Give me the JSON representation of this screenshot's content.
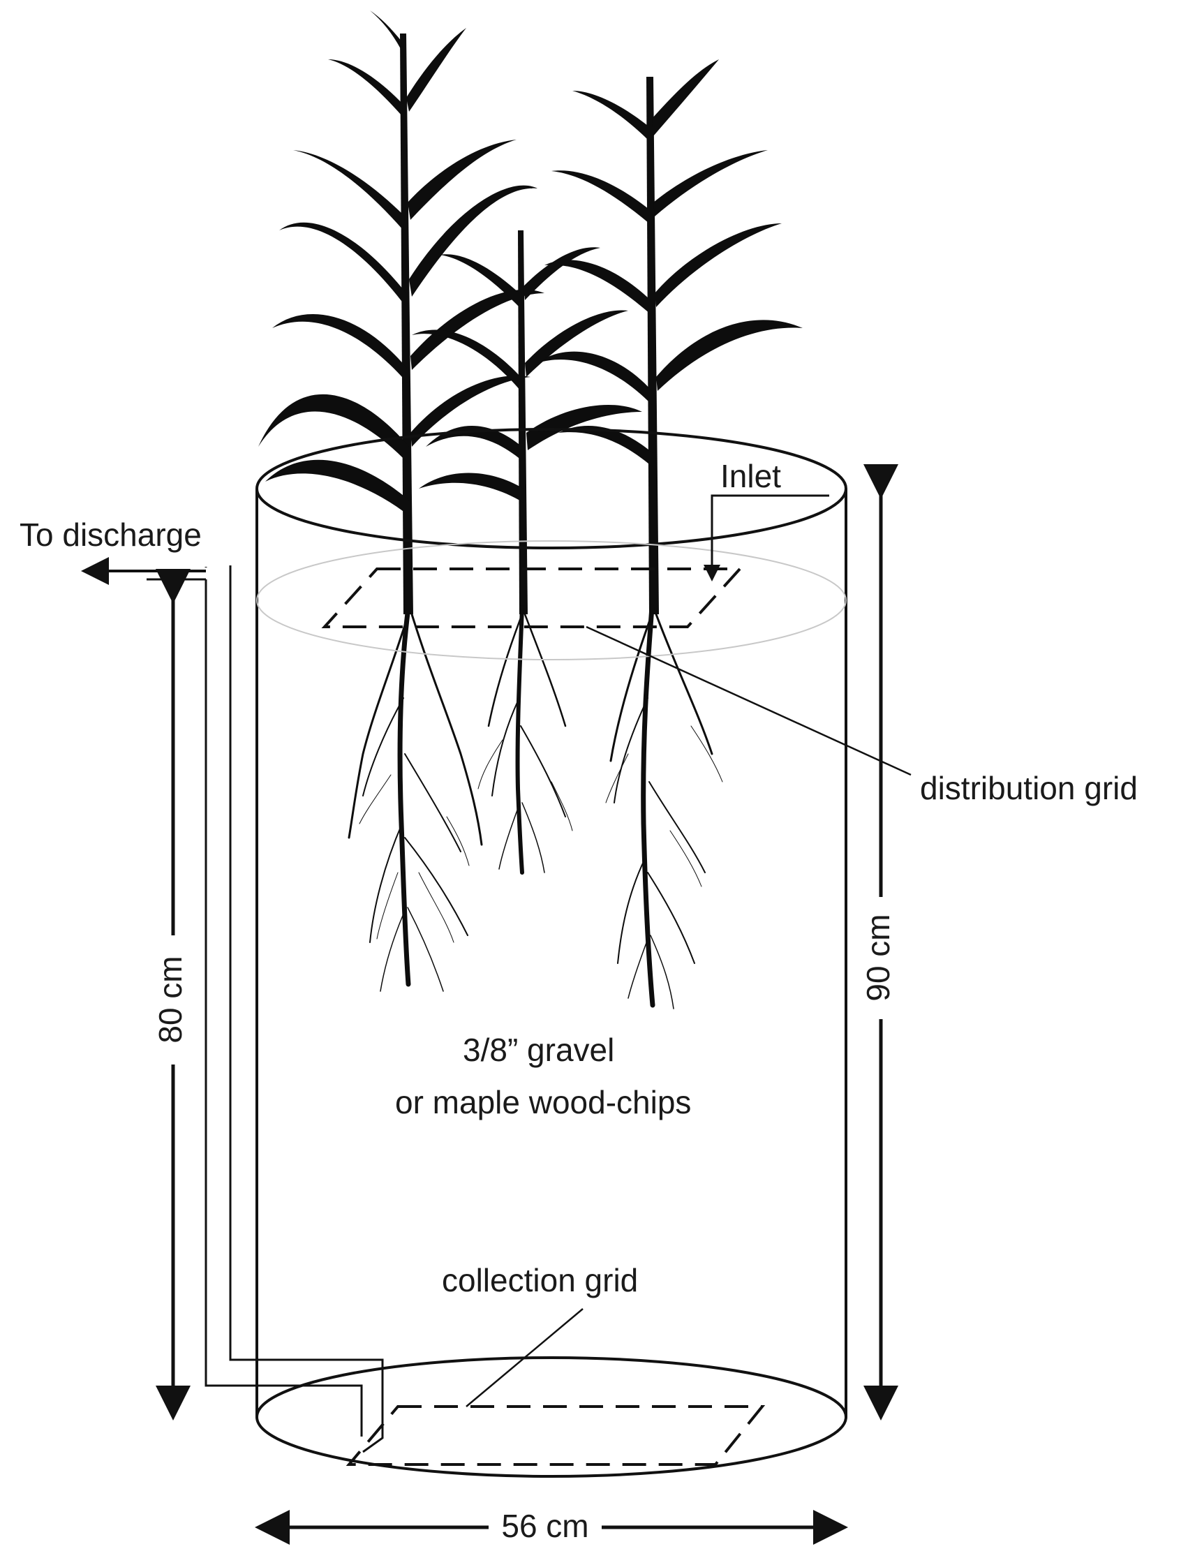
{
  "labels": {
    "inlet": "Inlet",
    "to_discharge": "To discharge",
    "distribution_grid": "distribution grid",
    "media_line1": "3/8” gravel",
    "media_line2": "or maple wood-chips",
    "collection_grid": "collection grid"
  },
  "dimensions": {
    "height_total": "90 cm",
    "height_outlet": "80 cm",
    "diameter": "56 cm"
  },
  "colors": {
    "line": "#111111",
    "plant": "#0d0d0d",
    "water_level": "#c8c8c8",
    "background": "#ffffff"
  }
}
